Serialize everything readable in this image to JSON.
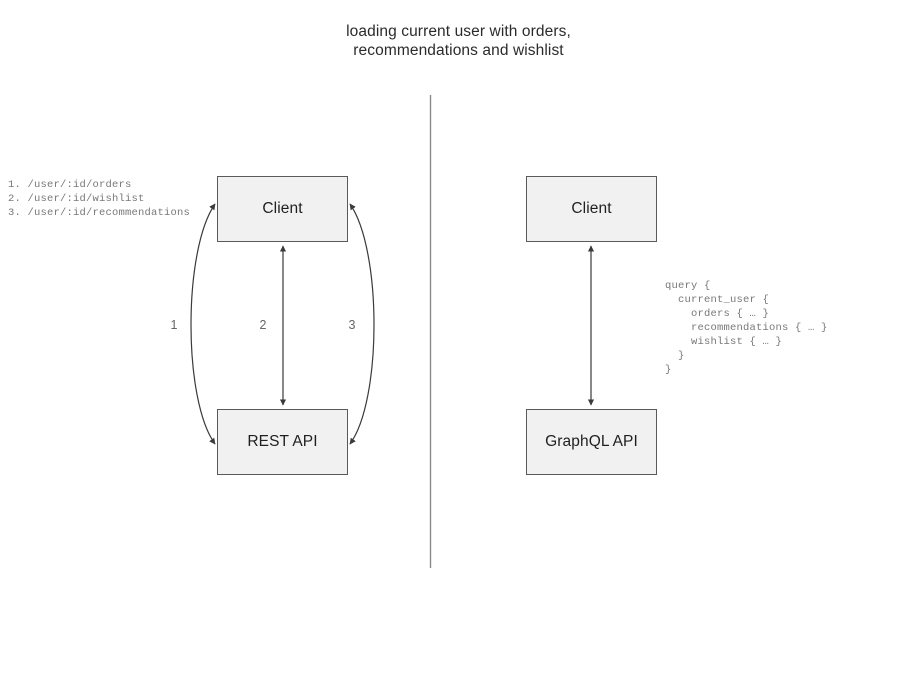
{
  "diagram": {
    "title": "loading current user with orders,\nrecommendations and wishlist",
    "divider_color": "#8a8a8a",
    "box_fill": "#f1f1f1",
    "box_border": "#5a5a5a",
    "edge_color": "#3a3a3a",
    "code_color": "#787878"
  },
  "rest_side": {
    "client_label": "Client",
    "api_label": "REST API",
    "endpoints": "1. /user/:id/orders\n2. /user/:id/wishlist\n3. /user/:id/recommendations",
    "edge_labels": {
      "one": "1",
      "two": "2",
      "three": "3"
    }
  },
  "graphql_side": {
    "client_label": "Client",
    "api_label": "GraphQL API",
    "query": "query {\n  current_user {\n    orders { … }\n    recommendations { … }\n    wishlist { … }\n  }\n}"
  }
}
